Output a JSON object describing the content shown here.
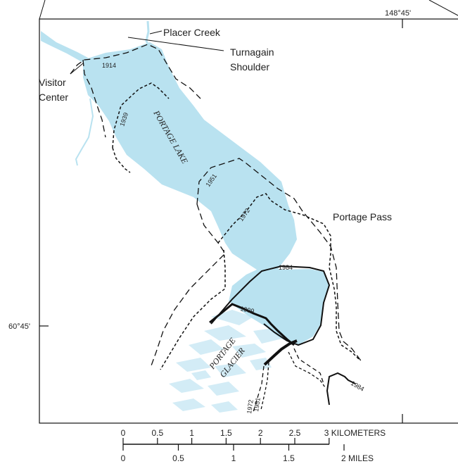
{
  "map": {
    "coordinates": {
      "longitude": "148°45'",
      "latitude": "60°45'"
    },
    "places": {
      "placer_creek": "Placer Creek",
      "turnagain_line1": "Turnagain",
      "turnagain_line2": "Shoulder",
      "visitor_line1": "Visitor",
      "visitor_line2": "Center",
      "portage_lake": "PORTAGE LAKE",
      "portage_pass": "Portage Pass",
      "portage_glacier_line1": "PORTAGE",
      "portage_glacier_line2": "GLACIER"
    },
    "terminus_years": {
      "y1914": "1914",
      "y1939": "1939",
      "y1951": "1951",
      "y1972": "1972",
      "y1984": "1984",
      "y1999": "1999",
      "y1972b": "1972",
      "y1951b": "1951",
      "y1984b": "1984"
    },
    "colors": {
      "water": "#b9e2f0",
      "ice": "#d3ecf6",
      "line": "#111111"
    }
  },
  "scale_bar": {
    "km_ticks": [
      "0",
      "0.5",
      "1",
      "1.5",
      "2",
      "2.5",
      "3 KILOMETERS"
    ],
    "mile_ticks": [
      "0",
      "0.5",
      "1",
      "1.5",
      "2 MILES"
    ]
  }
}
